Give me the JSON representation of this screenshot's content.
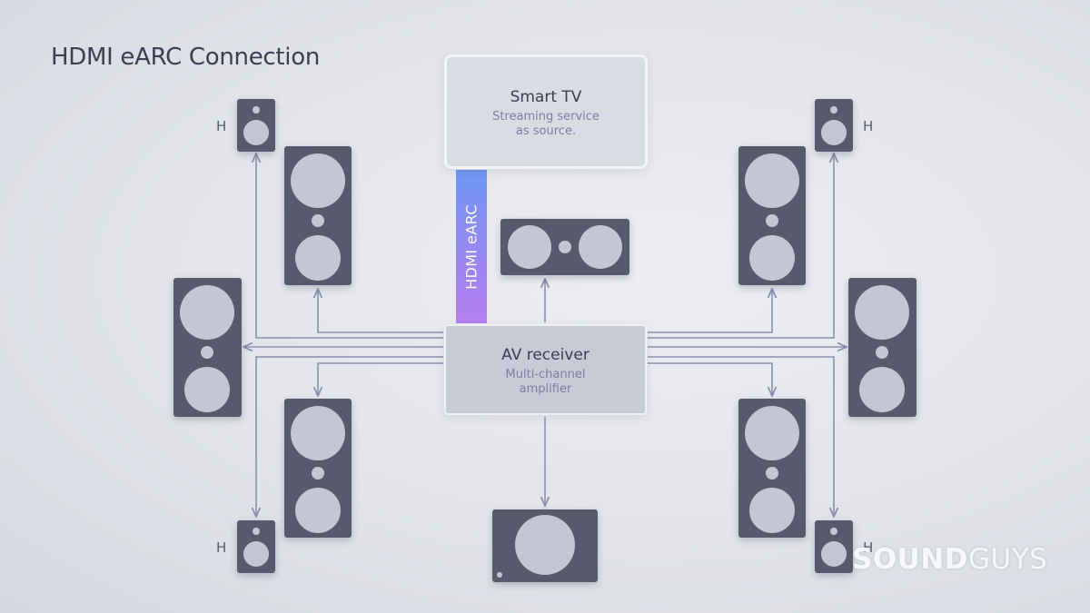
{
  "title": "HDMI eARC Connection",
  "tv": {
    "title": "Smart TV",
    "subtitle_line1": "Streaming service",
    "subtitle_line2": "as source."
  },
  "receiver": {
    "title": "AV receiver",
    "subtitle_line1": "Multi-channel",
    "subtitle_line2": "amplifier"
  },
  "connection_label": "HDMI eARC",
  "height_speaker_label": "H",
  "watermark": {
    "part1": "SOUND",
    "part2": "GUYS"
  },
  "colors": {
    "speaker": "#565a6c",
    "driver": "#c4c6d3",
    "wire": "#8b90ae",
    "earc_gradient_top": "#6f97f2",
    "earc_gradient_bottom": "#b57ff0"
  }
}
